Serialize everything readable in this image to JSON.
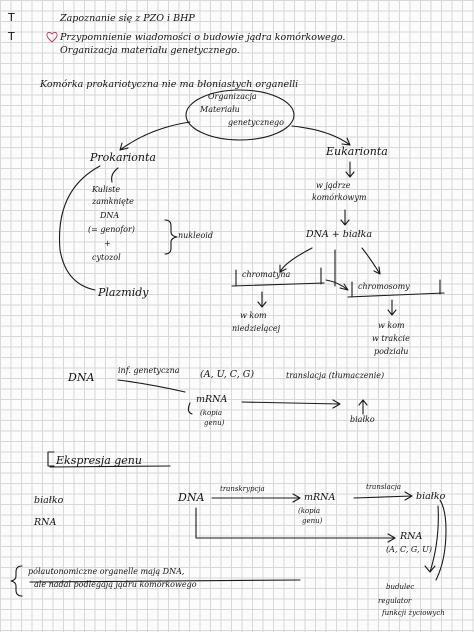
{
  "header": {
    "marker1": "T",
    "line1": "Zapoznanie się z PZO i BHP",
    "marker2": "T",
    "line2a": "Przypomnienie wiadomości o budowie jądra komórkowego.",
    "line2b": "Organizacja materiału genetycznego."
  },
  "intro": "Komórka prokariotyczna nie ma błoniastych organelli",
  "org_map": {
    "center": [
      "Organizacja",
      "Materiału",
      "genetycznego"
    ],
    "prokaryota": {
      "title": "Prokarionta",
      "items": [
        "Kuliste",
        "zamknięte",
        "DNA",
        "(= genofor)",
        "+",
        "cytozol"
      ],
      "brace_label": "nukleoid",
      "plasmids": "Plazmidy"
    },
    "eukaryota": {
      "title": "Eukarionta",
      "location": [
        "w jądrze",
        "komórkowym"
      ],
      "dna_plus_protein": "DNA + białka",
      "chromatin": "chromatyna",
      "chromosomes": "chromosomy",
      "chromatin_note": [
        "w kom",
        "niedzielącej"
      ],
      "chromosome_note": [
        "w kom",
        "w trakcie",
        "podziału"
      ]
    }
  },
  "info_flow": {
    "dna": "DNA",
    "label1": "inf. genetyczna",
    "rna_bases": "(A, U, C, G)",
    "translation": "translacja (tłumaczenie)",
    "mrna": "mRNA",
    "copy_note": [
      "(kopia",
      "genu)"
    ],
    "protein": "białko"
  },
  "expression": {
    "title": "Ekspresja genu",
    "items": [
      "białko",
      "RNA"
    ],
    "dna": "DNA",
    "transcription": "transkrypcja",
    "mrna": "mRNA",
    "copy_note": [
      "(kopia",
      "genu)"
    ],
    "translation": "translacja",
    "protein": "białko",
    "rna": "RNA",
    "rna_bases": "(A, C, G, U)",
    "functions": [
      "budulec",
      "regulator",
      "funkcji życiowych"
    ]
  },
  "footnote": [
    "półautonomiczne organelle mają DNA,",
    "ale nadal podlegają jądru komórkowego"
  ]
}
